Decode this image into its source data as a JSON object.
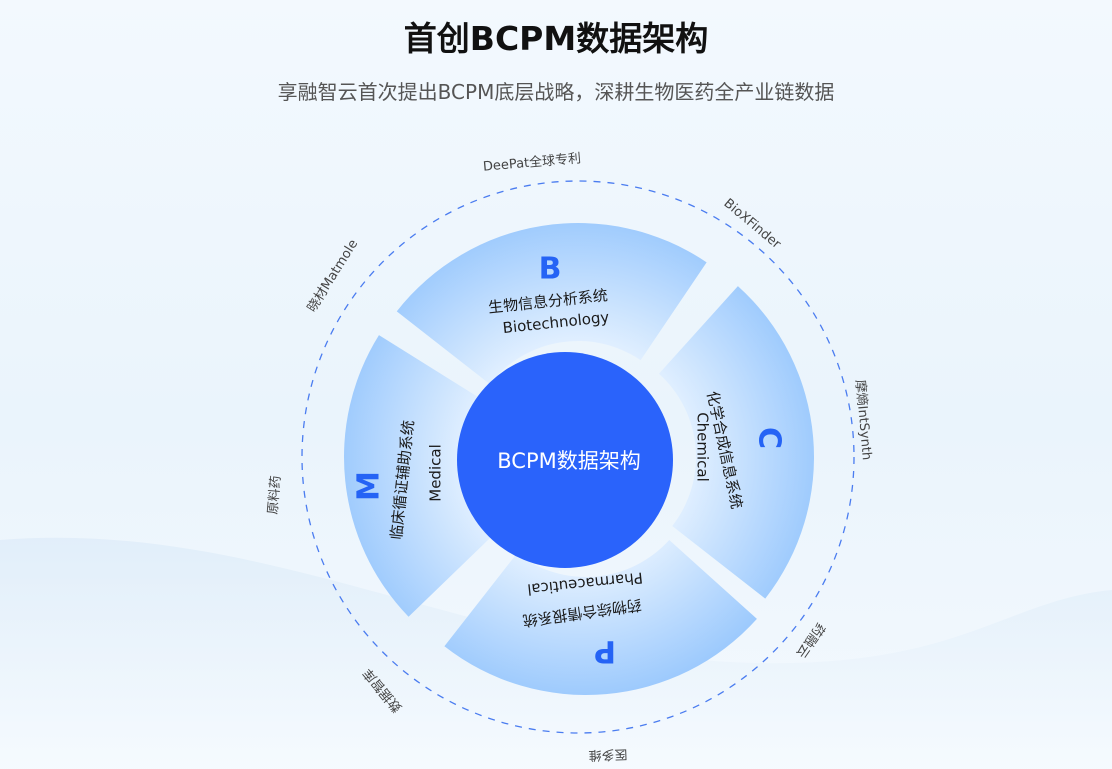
{
  "header": {
    "title": "首创BCPM数据架构",
    "subtitle": "享融智云首次提出BCPM底层战略，深耕生物医药全产业链数据"
  },
  "center": {
    "label": "BCPM数据架构"
  },
  "sectors": [
    {
      "letter": "B",
      "name": "生物信息分析系统",
      "en": "Biotechnology"
    },
    {
      "letter": "C",
      "name": "化学合成信息系统",
      "en": "Chemical"
    },
    {
      "letter": "P",
      "name": "药物综合情报系统",
      "en": "Pharmaceutical"
    },
    {
      "letter": "M",
      "name": "临床循证辅助系统",
      "en": "Medical"
    }
  ],
  "outer_labels": [
    "DeePat全球专利",
    "BioXFinder",
    "摩熵IntSynth",
    "药融云",
    "医多维",
    "数据智库",
    "原料药",
    "晓材Matmole"
  ],
  "colors": {
    "accent": "#2563f5",
    "center": "#2a63fb",
    "ring_light": "#d6eaff",
    "ring_dark": "#9ecbff",
    "dash": "#4a7cf0"
  }
}
